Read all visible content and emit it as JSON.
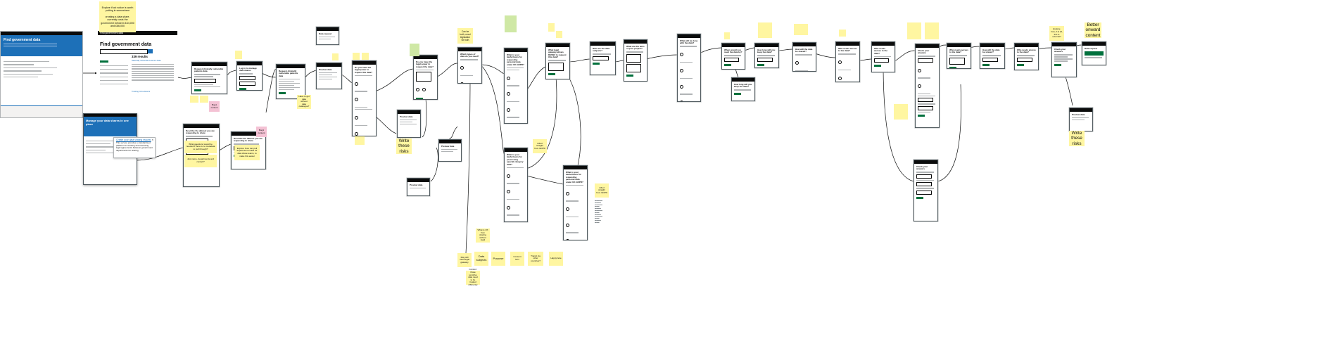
{
  "stickies": {
    "explore_notice": "Explore if cut notice is worth putting in somewhere\n\ncreating a data share. currently costs the government between £34,000 and £86,000",
    "can_be_both": "Can be both, need legislation for both",
    "write_these_risks_1": "Write these risks",
    "write_these_risks_2": "Write these risks",
    "better_onward_content": "Better onward content",
    "explore_how": "Explore how, if at all, this is external?",
    "bug_1": "Bug1 content",
    "bug_2": "Bug1 content",
    "what_questions": "What questions would be needed if there is no metadata to pull through?",
    "just_name": "Just name, departments and contact?",
    "explore_if_we_can": "Explore if we can pull department emails for data share teams, to make this easier",
    "have_to_get_data": "Have to get data without data catalogue?",
    "uk_gdpr_1": "Lifted straight from GDPR",
    "uk_gdpr_2": "Lifted straight from GDPR",
    "may_still_need": "May still need legal gateway",
    "data_subjects": "Data subjects",
    "purpose": "Purpose",
    "consent_form": "Consent form",
    "transit": "Transit via other countries?",
    "happy_to_note": "Happy/note",
    "what_is_ux": "What is UX from sharing without legal",
    "gdpr_note": "Context: those sensitive data need to be treated differently"
  },
  "screens": {
    "hero_title": "Find government data",
    "find_header": "Find government data",
    "find_title": "Find government data",
    "find_results": "339 results",
    "find_link_1": "Nationally Vulnerable Learners Data",
    "find_link_2": "Tracking Crime Events",
    "cyd_title": "Manage your data shares in one place",
    "tooltip_link": "Create your data sharing request",
    "tooltip_body": "This service provides a standardised platform for creating and executing legal agreements between government departments for sharing",
    "describe": "Describe the dataset you are requesting to share",
    "log_in": "Log in to manage data shares",
    "request_share": "Request clinically vulnerable patients data",
    "do_you_have": "Do you have the legal power to request the data?",
    "which_types": "Which types of data do you need?",
    "gov_legal": "What legal gateway allows DESNZ to request this data?",
    "lawful_basis": "What is your lawful basis for requesting personal data under UK GDPR?",
    "special_category": "What is your lawful basis for processing special category data?",
    "which_data_subjects": "Who are the data subjects?",
    "which_records": "What are the aims of your project?",
    "what_will": "What will be done with the data?",
    "when_projects": "When would you need the data by?",
    "how_long": "How long will you keep the data?",
    "how_share": "How will the data be shared?",
    "who_needs": "Who needs access to the data?",
    "check_answers": "Check your answers",
    "data_request": "Data request",
    "preview": "Preview data"
  },
  "colors": {
    "sticky": "#fff6a1",
    "green_sticky": "#cfe8a5",
    "pink_sticky": "#f4c2d4",
    "govuk_black": "#0b0c0c",
    "govuk_blue": "#1d70b8",
    "govuk_green": "#00703c"
  }
}
